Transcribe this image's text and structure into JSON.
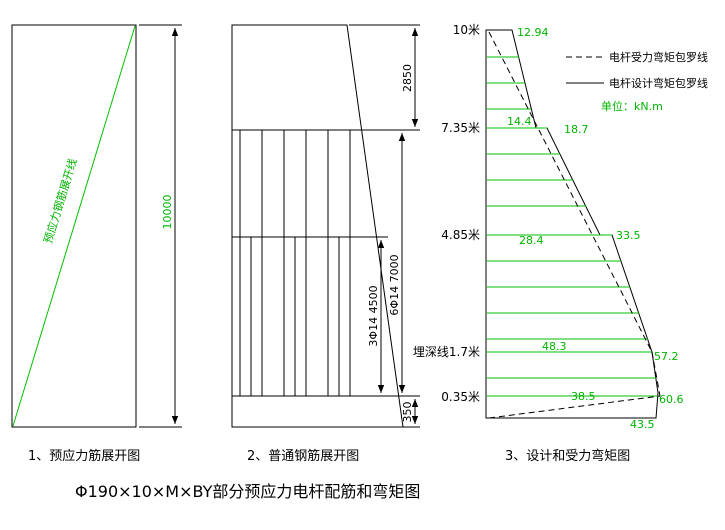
{
  "colors": {
    "green_line": "#00c000",
    "green_text": "#00b400",
    "line_black": "#000000",
    "background": "#ffffff"
  },
  "title": "Φ190×10×M×BY部分预应力电杆配筋和弯矩图",
  "d1": {
    "caption": "1、预应力筋展开图",
    "diagonal_label": "预应力钢筋展开线",
    "length_dim": "10000"
  },
  "d2": {
    "caption": "2、普通钢筋展开图",
    "dim_top": "2850",
    "dim_inner": "3Φ14 4500",
    "dim_outer": "6Φ14 7000",
    "dim_bottom": "350"
  },
  "d3": {
    "caption": "3、设计和受力弯矩图",
    "legend_force": "电杆受力弯矩包罗线",
    "legend_design": "电杆设计弯矩包罗线",
    "unit": "单位：kN.m",
    "axis_top": "10米",
    "axis_735": "7.35米",
    "axis_485": "4.85米",
    "axis_ground": "埋深线1.7米",
    "axis_035": "0.35米",
    "v_top": "12.94",
    "v_735_in": "14.4",
    "v_735_out": "18.7",
    "v_485_in": "28.4",
    "v_485_out": "33.5",
    "v_ground_in": "48.3",
    "v_ground_out": "57.2",
    "v_035_in": "38.5",
    "v_035_out": "60.6",
    "v_bottom": "43.5"
  }
}
